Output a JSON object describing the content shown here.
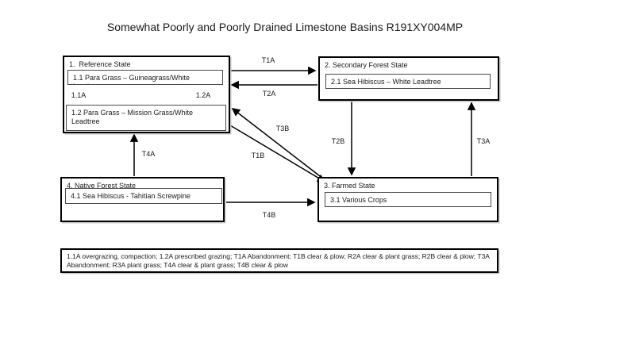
{
  "title": "Somewhat Poorly and Poorly Drained Limestone Basins R191XY004MP",
  "states": {
    "reference": {
      "label": "1.  Reference State",
      "communities": {
        "c11": "1.1 Para Grass – Guineagrass/White Leadtree",
        "c12": "1.2 Para Grass – Mission Grass/White Leadtree"
      }
    },
    "secondary_forest": {
      "label": "2. Secondary Forest State",
      "communities": {
        "c21": "2.1 Sea Hibiscus – White Leadtree"
      }
    },
    "farmed": {
      "label": "3. Farmed State",
      "communities": {
        "c31": "3.1 Various Crops"
      }
    },
    "native_forest": {
      "label": "4. Native Forest State",
      "communities": {
        "c41": "4.1 Sea Hibiscus - Tahitian Screwpine"
      }
    }
  },
  "transitions": {
    "t1a": "T1A",
    "t2a": "T2A",
    "t3b": "T3B",
    "t1b": "T1B",
    "t2b": "T2B",
    "t3a": "T3A",
    "t4a": "T4A",
    "t4b": "T4B",
    "p11a": "1.1A",
    "p12a": "1.2A"
  },
  "legend": {
    "text": "1.1A overgrazing, compaction; 1.2A prescribed grazing; T1A Abandonment; T1B clear & plow; R2A clear & plant grass; R2B clear & plow; T3A Abandonment; R3A plant grass; T4A clear & plant grass; T4B clear & plow"
  },
  "colors": {
    "line": "#000000",
    "background": "#ffffff"
  }
}
